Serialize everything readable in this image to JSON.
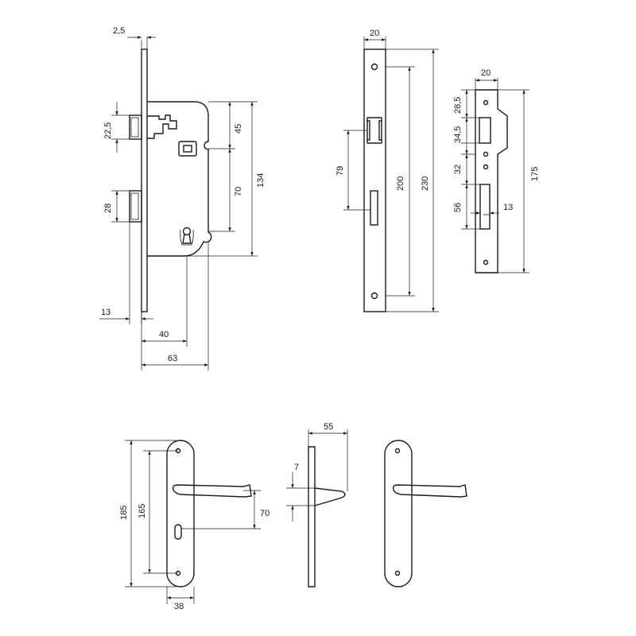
{
  "colors": {
    "line": "#1a1a1a",
    "background": "#ffffff"
  },
  "drawings": {
    "mortise_lock": {
      "dimensions": [
        "2,5",
        "22,5",
        "28",
        "13",
        "45",
        "70",
        "134",
        "40",
        "63"
      ]
    },
    "faceplate": {
      "dimensions": [
        "20",
        "79",
        "200",
        "230"
      ]
    },
    "strike_plate": {
      "dimensions": [
        "20",
        "28,5",
        "34,5",
        "32",
        "56",
        "13",
        "175"
      ]
    },
    "handle_front": {
      "dimensions": [
        "185",
        "165",
        "70",
        "38"
      ]
    },
    "handle_side": {
      "dimensions": [
        "55",
        "7"
      ]
    },
    "handle_plain": {}
  }
}
